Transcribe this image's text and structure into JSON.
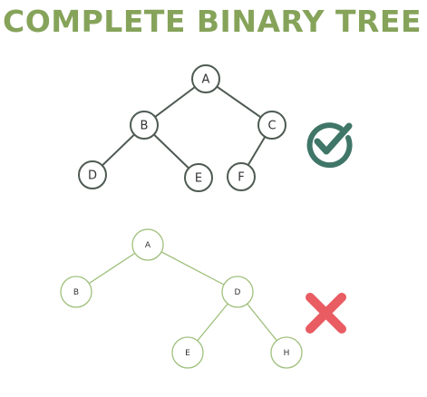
{
  "title": "COMPLETE BINARY TREE",
  "colors": {
    "title": "#86a35a",
    "tree1_stroke": "#4e5a52",
    "tree2_stroke": "#9fc07c",
    "check": "#3f7668",
    "cross": "#e85c62"
  },
  "trees": [
    {
      "verdict": "correct",
      "verdict_icon": "check-circle-icon",
      "nodes": [
        "A",
        "B",
        "C",
        "D",
        "E",
        "F"
      ],
      "edges": [
        [
          "A",
          "B"
        ],
        [
          "A",
          "C"
        ],
        [
          "B",
          "D"
        ],
        [
          "B",
          "E"
        ],
        [
          "C",
          "F"
        ]
      ]
    },
    {
      "verdict": "incorrect",
      "verdict_icon": "cross-icon",
      "nodes": [
        "A",
        "B",
        "D",
        "E",
        "H"
      ],
      "edges": [
        [
          "A",
          "B"
        ],
        [
          "A",
          "D"
        ],
        [
          "D",
          "E"
        ],
        [
          "D",
          "H"
        ]
      ]
    }
  ]
}
